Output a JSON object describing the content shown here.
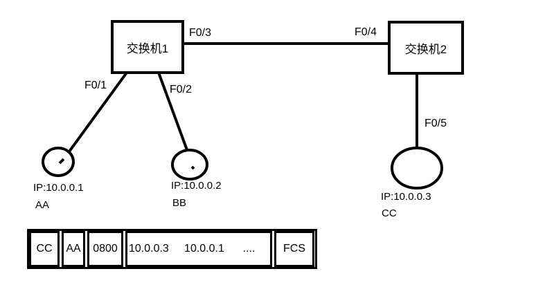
{
  "diagram": {
    "switch1": {
      "label": "交换机1"
    },
    "switch2": {
      "label": "交换机2"
    },
    "ports": {
      "f01": "F0/1",
      "f02": "F0/2",
      "f03": "F0/3",
      "f04": "F0/4",
      "f05": "F0/5"
    },
    "hosts": [
      {
        "name": "AA",
        "ip": "IP:10.0.0.1"
      },
      {
        "name": "BB",
        "ip": "IP:10.0.0.2"
      },
      {
        "name": "CC",
        "ip": "IP:10.0.0.3"
      }
    ]
  },
  "frame": {
    "fields": [
      {
        "label": "CC"
      },
      {
        "label": "AA"
      },
      {
        "label": "0800"
      },
      {
        "label": "10.0.0.3     10.0.0.1      ...."
      },
      {
        "label": "FCS"
      }
    ]
  },
  "colors": {
    "line": "#000000",
    "background": "#ffffff"
  }
}
